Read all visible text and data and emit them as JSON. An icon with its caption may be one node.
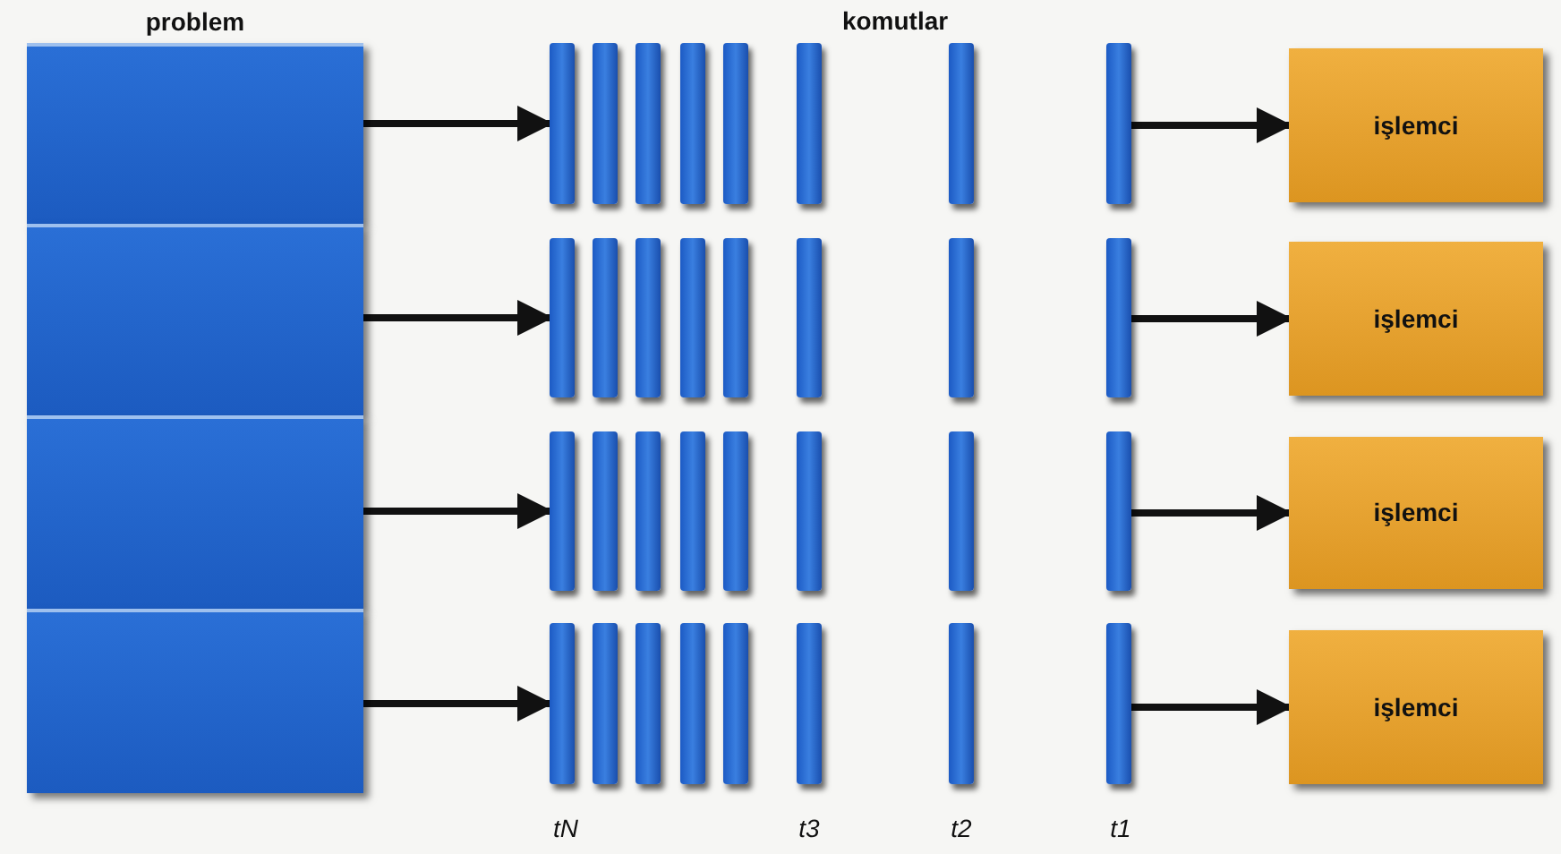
{
  "diagram": {
    "nodes": [
      {
        "text": [
          "problem"
        ]
      },
      {
        "text": [],
        "shape": "box",
        "in": 0
      },
      {
        "text": [],
        "shape": "box",
        "in": 0
      },
      {
        "text": [],
        "shape": "box",
        "in": 0
      },
      {
        "text": [],
        "shape": "box",
        "in": 0
      },
      {
        "text": [],
        "shape": "bar"
      },
      {
        "text": [],
        "shape": "bar"
      },
      {
        "text": [],
        "shape": "bar"
      },
      {
        "text": [],
        "shape": "bar"
      },
      {
        "text": [],
        "shape": "bar"
      },
      {
        "text": [],
        "shape": "bar"
      },
      {
        "text": [],
        "shape": "bar"
      },
      {
        "text": [],
        "shape": "bar"
      },
      {
        "text": [
          "işlemci"
        ]
      },
      {
        "text": [],
        "shape": "bar"
      },
      {
        "text": [],
        "shape": "bar"
      },
      {
        "text": [],
        "shape": "bar"
      },
      {
        "text": [],
        "shape": "bar"
      },
      {
        "text": [],
        "shape": "bar"
      },
      {
        "text": [],
        "shape": "bar"
      },
      {
        "text": [],
        "shape": "bar"
      },
      {
        "text": [],
        "shape": "bar"
      },
      {
        "text": [
          "işlemci"
        ]
      },
      {
        "text": [],
        "shape": "bar"
      },
      {
        "text": [],
        "shape": "bar"
      },
      {
        "text": [],
        "shape": "bar"
      },
      {
        "text": [],
        "shape": "bar"
      },
      {
        "text": [],
        "shape": "bar"
      },
      {
        "text": [],
        "shape": "bar"
      },
      {
        "text": [],
        "shape": "bar"
      },
      {
        "text": [],
        "shape": "bar"
      },
      {
        "text": [
          "işlemci"
        ]
      },
      {
        "text": [],
        "shape": "bar"
      },
      {
        "text": [],
        "shape": "bar"
      },
      {
        "text": [],
        "shape": "bar"
      },
      {
        "text": [],
        "shape": "bar"
      },
      {
        "text": [],
        "shape": "bar"
      },
      {
        "text": [],
        "shape": "bar"
      },
      {
        "text": [],
        "shape": "bar"
      },
      {
        "text": [],
        "shape": "bar"
      },
      {
        "text": [
          "işlemci"
        ]
      }
    ],
    "edges": [
      {
        "from": 1,
        "to": 5,
        "arrow": "to"
      },
      {
        "from": 12,
        "to": 13,
        "arrow": "to"
      },
      {
        "from": 2,
        "to": 14,
        "arrow": "to"
      },
      {
        "from": 21,
        "to": 22,
        "arrow": "to"
      },
      {
        "from": 3,
        "to": 23,
        "arrow": "to"
      },
      {
        "from": 30,
        "to": 31,
        "arrow": "to"
      },
      {
        "from": 4,
        "to": 32,
        "arrow": "to"
      },
      {
        "from": 39,
        "to": 40,
        "arrow": "to"
      }
    ],
    "labels": [
      "komutlar",
      "tN",
      "t3",
      "t2",
      "t1"
    ]
  }
}
